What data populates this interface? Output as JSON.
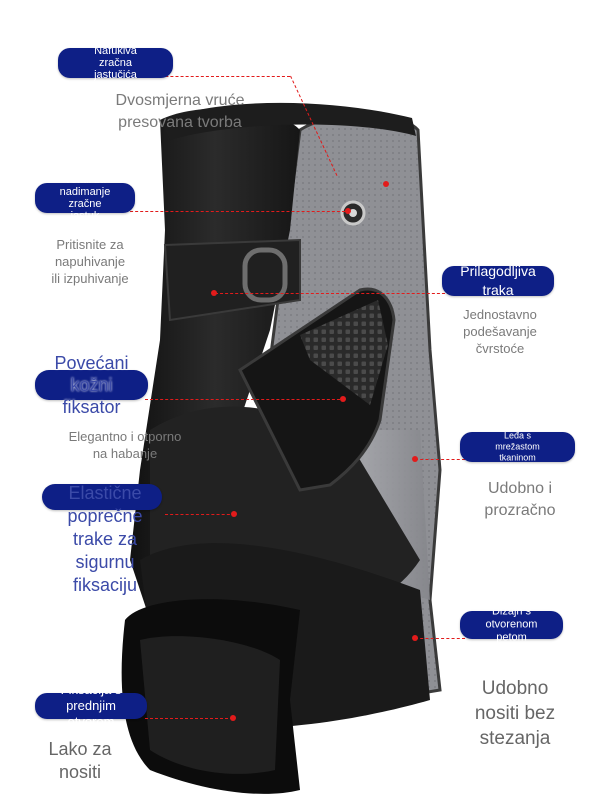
{
  "colors": {
    "pill": "#0e1f86",
    "leader": "#e21b1b",
    "brace_dark": "#1a1a1a",
    "brace_grey": "#8e8f94"
  },
  "callouts": {
    "air_cushion": {
      "pill": "Nafukiva\nzračna\njastučića",
      "desc": "Dvosmjerna vruće\npresovana tvorba"
    },
    "valve": {
      "pill": "Ventil za\nnadimanje\nzračne\njastuk",
      "desc": "Pritisnite za\nnapuhivanje\nili izpuhivanje"
    },
    "leather": {
      "pill": "Povećani\nkožni\nfiksator",
      "desc": "Elegantno i otporno\nna habanje"
    },
    "elastic": {
      "label": "Elastične\npoprečne\ntrake za\nsigurnu\nfiksaciju"
    },
    "front_open": {
      "pill": "Fiksacija s\nprednjim\notvorom",
      "desc": "Lako za\nnositi"
    },
    "strap": {
      "pill": "Prilagodljiva\ntraka",
      "desc": "Jednostavno\npodešavanje\nčvrstoće"
    },
    "mesh": {
      "pill": "Leđa s\nmrežastom\ntkaninom",
      "desc": "Udobno i\nprozračno"
    },
    "heel": {
      "pill": "Dizajn s\notvorenom\npetom",
      "desc": "Udobno\nnositi bez\nstezanja"
    }
  }
}
